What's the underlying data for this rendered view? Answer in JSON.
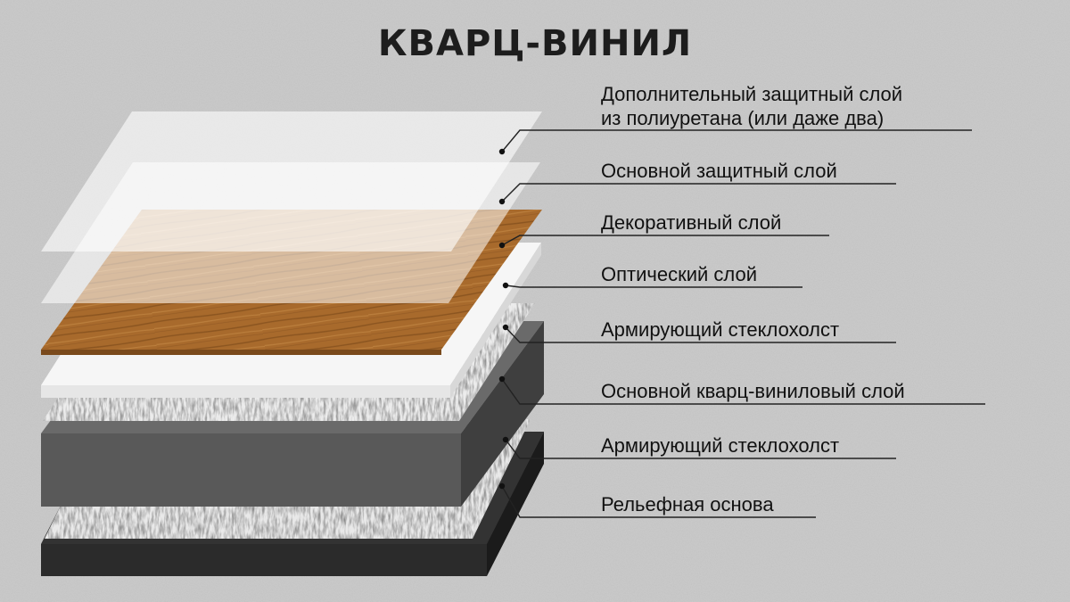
{
  "title": "КВАРЦ-ВИНИЛ",
  "layers": [
    {
      "label_line1": "Дополнительный защитный слой",
      "label_line2": "из полиуретана (или даже два)"
    },
    {
      "label_line1": "Основной защитный слой"
    },
    {
      "label_line1": "Декоративный слой"
    },
    {
      "label_line1": "Оптический слой"
    },
    {
      "label_line1": "Армирующий стеклохолст"
    },
    {
      "label_line1": "Основной кварц-виниловый слой"
    },
    {
      "label_line1": "Армирующий стеклохолст"
    },
    {
      "label_line1": "Рельефная основа"
    }
  ],
  "colors": {
    "background": "#c9c9c9",
    "wood": "#a86a2c",
    "optical": "#f4f4f4",
    "quartz_vinyl": "#555555",
    "base": "#2a2a2a",
    "leader_line": "#222222"
  }
}
